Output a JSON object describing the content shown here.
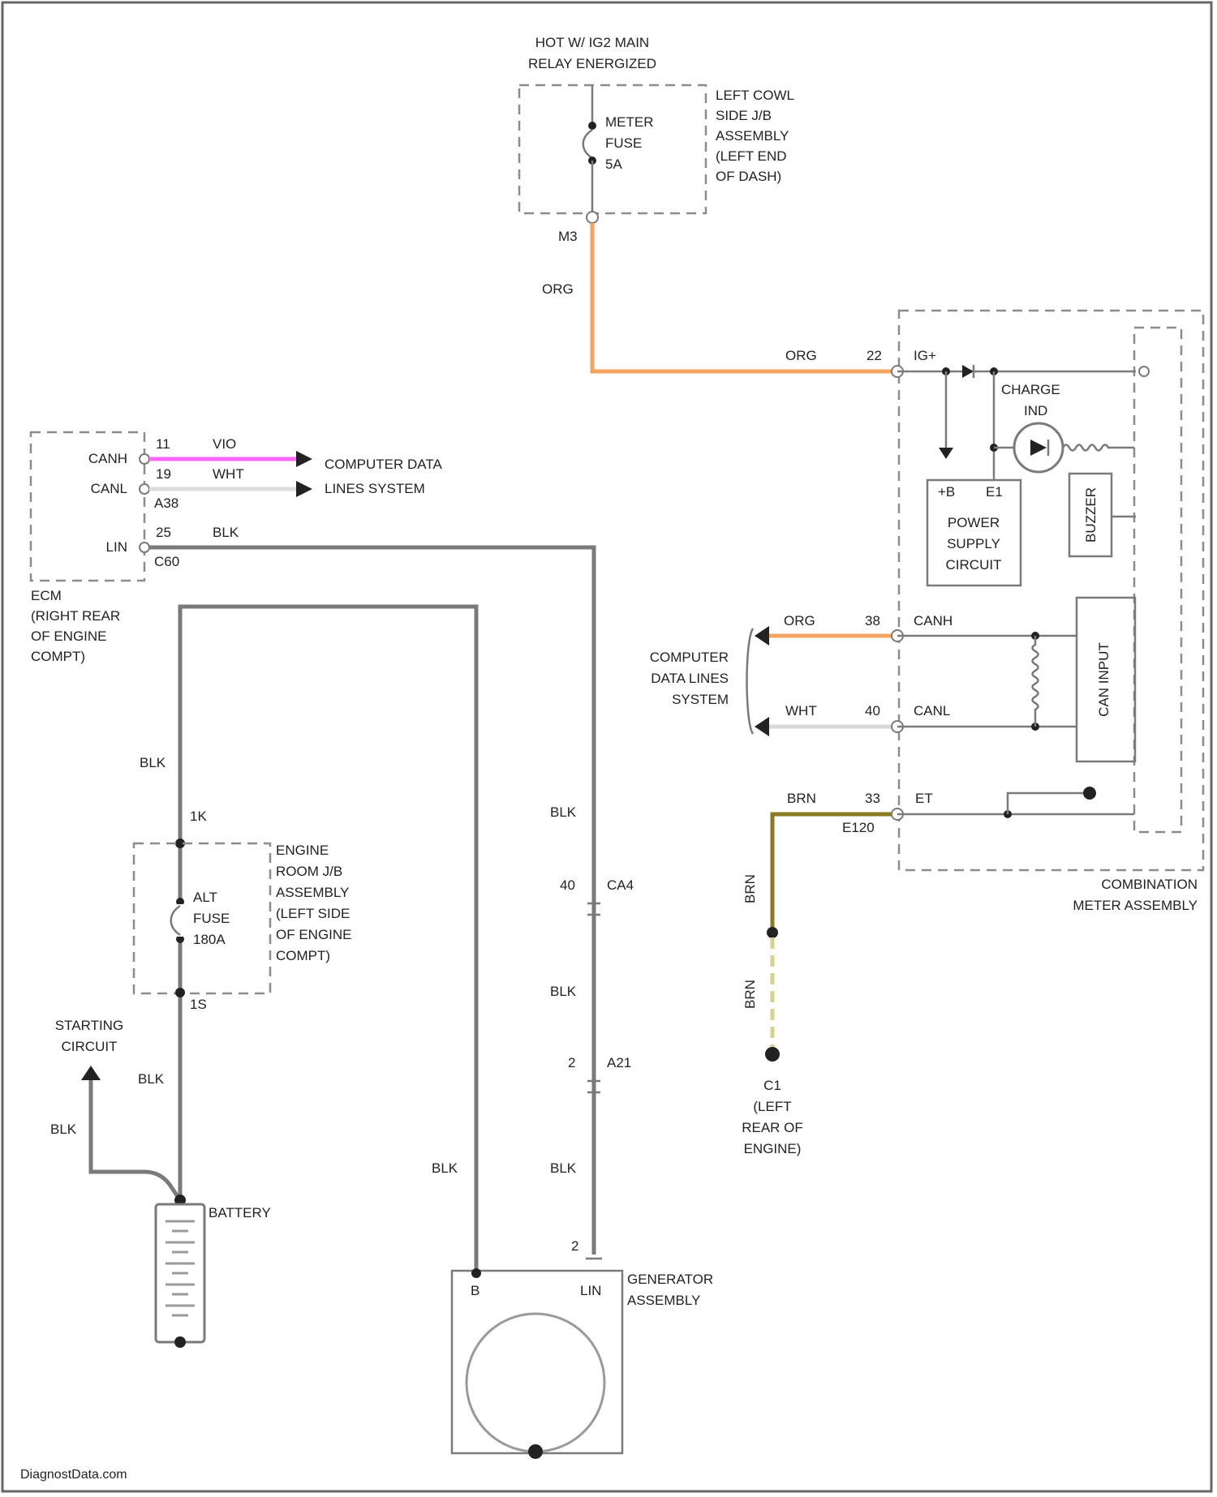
{
  "colors": {
    "org": "#f4a460",
    "vio": "#ff66ff",
    "wht": "#e6e6e6",
    "brn": "#8a7a20",
    "blk": "#7a7a7a"
  },
  "fuse_top": {
    "hot": "HOT W/ IG2 MAIN",
    "relay": "RELAY ENERGIZED",
    "assembly": [
      "LEFT COWL",
      "SIDE J/B",
      "ASSEMBLY",
      "(LEFT END",
      "OF DASH)"
    ],
    "fuse": [
      "METER",
      "FUSE",
      "5A"
    ],
    "connector": "M3",
    "wire": "ORG"
  },
  "ecm": {
    "pins": [
      "CANH",
      "CANL",
      "LIN"
    ],
    "pin_nums": [
      "11",
      "19",
      "25"
    ],
    "wires": [
      "VIO",
      "WHT",
      "BLK"
    ],
    "connectors": [
      "A38",
      "C60"
    ],
    "target": [
      "COMPUTER DATA",
      "LINES SYSTEM"
    ],
    "label": [
      "ECM",
      "(RIGHT REAR",
      "OF ENGINE",
      "COMPT)"
    ]
  },
  "meter": {
    "in_wire": "ORG",
    "in_pin": "22",
    "in_name": "IG+",
    "charge": [
      "CHARGE",
      "IND"
    ],
    "psc": [
      "POWER",
      "SUPPLY",
      "CIRCUIT"
    ],
    "psc_pins": [
      "+B",
      "E1"
    ],
    "buzzer": "BUZZER",
    "can_input": "CAN INPUT",
    "canh_wire": "ORG",
    "canh_pin": "38",
    "canh_name": "CANH",
    "canl_wire": "WHT",
    "canl_pin": "40",
    "canl_name": "CANL",
    "cdl": [
      "COMPUTER",
      "DATA LINES",
      "SYSTEM"
    ],
    "e_wire": "BRN",
    "e_pin": "33",
    "e_name": "ET",
    "e_conn": "E120",
    "label": [
      "COMBINATION",
      "METER ASSEMBLY"
    ],
    "gnd_wire1": "BRN",
    "gnd_wire2": "BRN",
    "gnd": [
      "C1",
      "(LEFT",
      "REAR OF",
      "ENGINE)"
    ]
  },
  "alt": {
    "wire_top": "BLK",
    "pin_top": "1K",
    "pin_bot": "1S",
    "fuse": [
      "ALT",
      "FUSE",
      "180A"
    ],
    "assembly": [
      "ENGINE",
      "ROOM J/B",
      "ASSEMBLY",
      "(LEFT SIDE",
      "OF ENGINE",
      "COMPT)"
    ],
    "wire_bot": "BLK",
    "start": [
      "STARTING",
      "CIRCUIT"
    ],
    "start_wire": "BLK",
    "battery": "BATTERY"
  },
  "lin": {
    "wires": [
      "BLK",
      "BLK",
      "BLK"
    ],
    "pins": [
      "40",
      "2",
      "2"
    ],
    "conns": [
      "CA4",
      "A21"
    ]
  },
  "gen": {
    "wire": "BLK",
    "pins": [
      "B",
      "LIN"
    ],
    "label": [
      "GENERATOR",
      "ASSEMBLY"
    ]
  },
  "footer": "DiagnostData.com"
}
